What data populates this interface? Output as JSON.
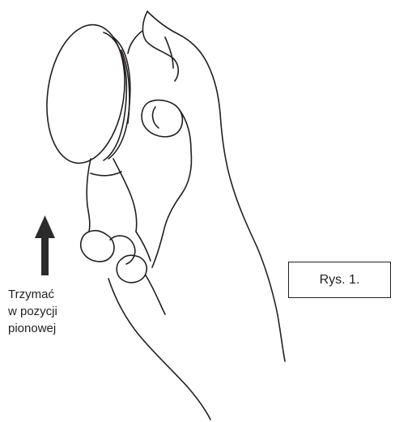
{
  "instruction": {
    "line1": "Trzymać",
    "line2": "w pozycji",
    "line3": "pionowej"
  },
  "figure_label": "Rys. 1.",
  "colors": {
    "ink": "#231f20",
    "arrow": "#2b2b2b",
    "background": "#ffffff"
  },
  "icons": {
    "arrow": "up-arrow-icon",
    "device": "round-device-icon",
    "hand": "hand-illustration"
  }
}
